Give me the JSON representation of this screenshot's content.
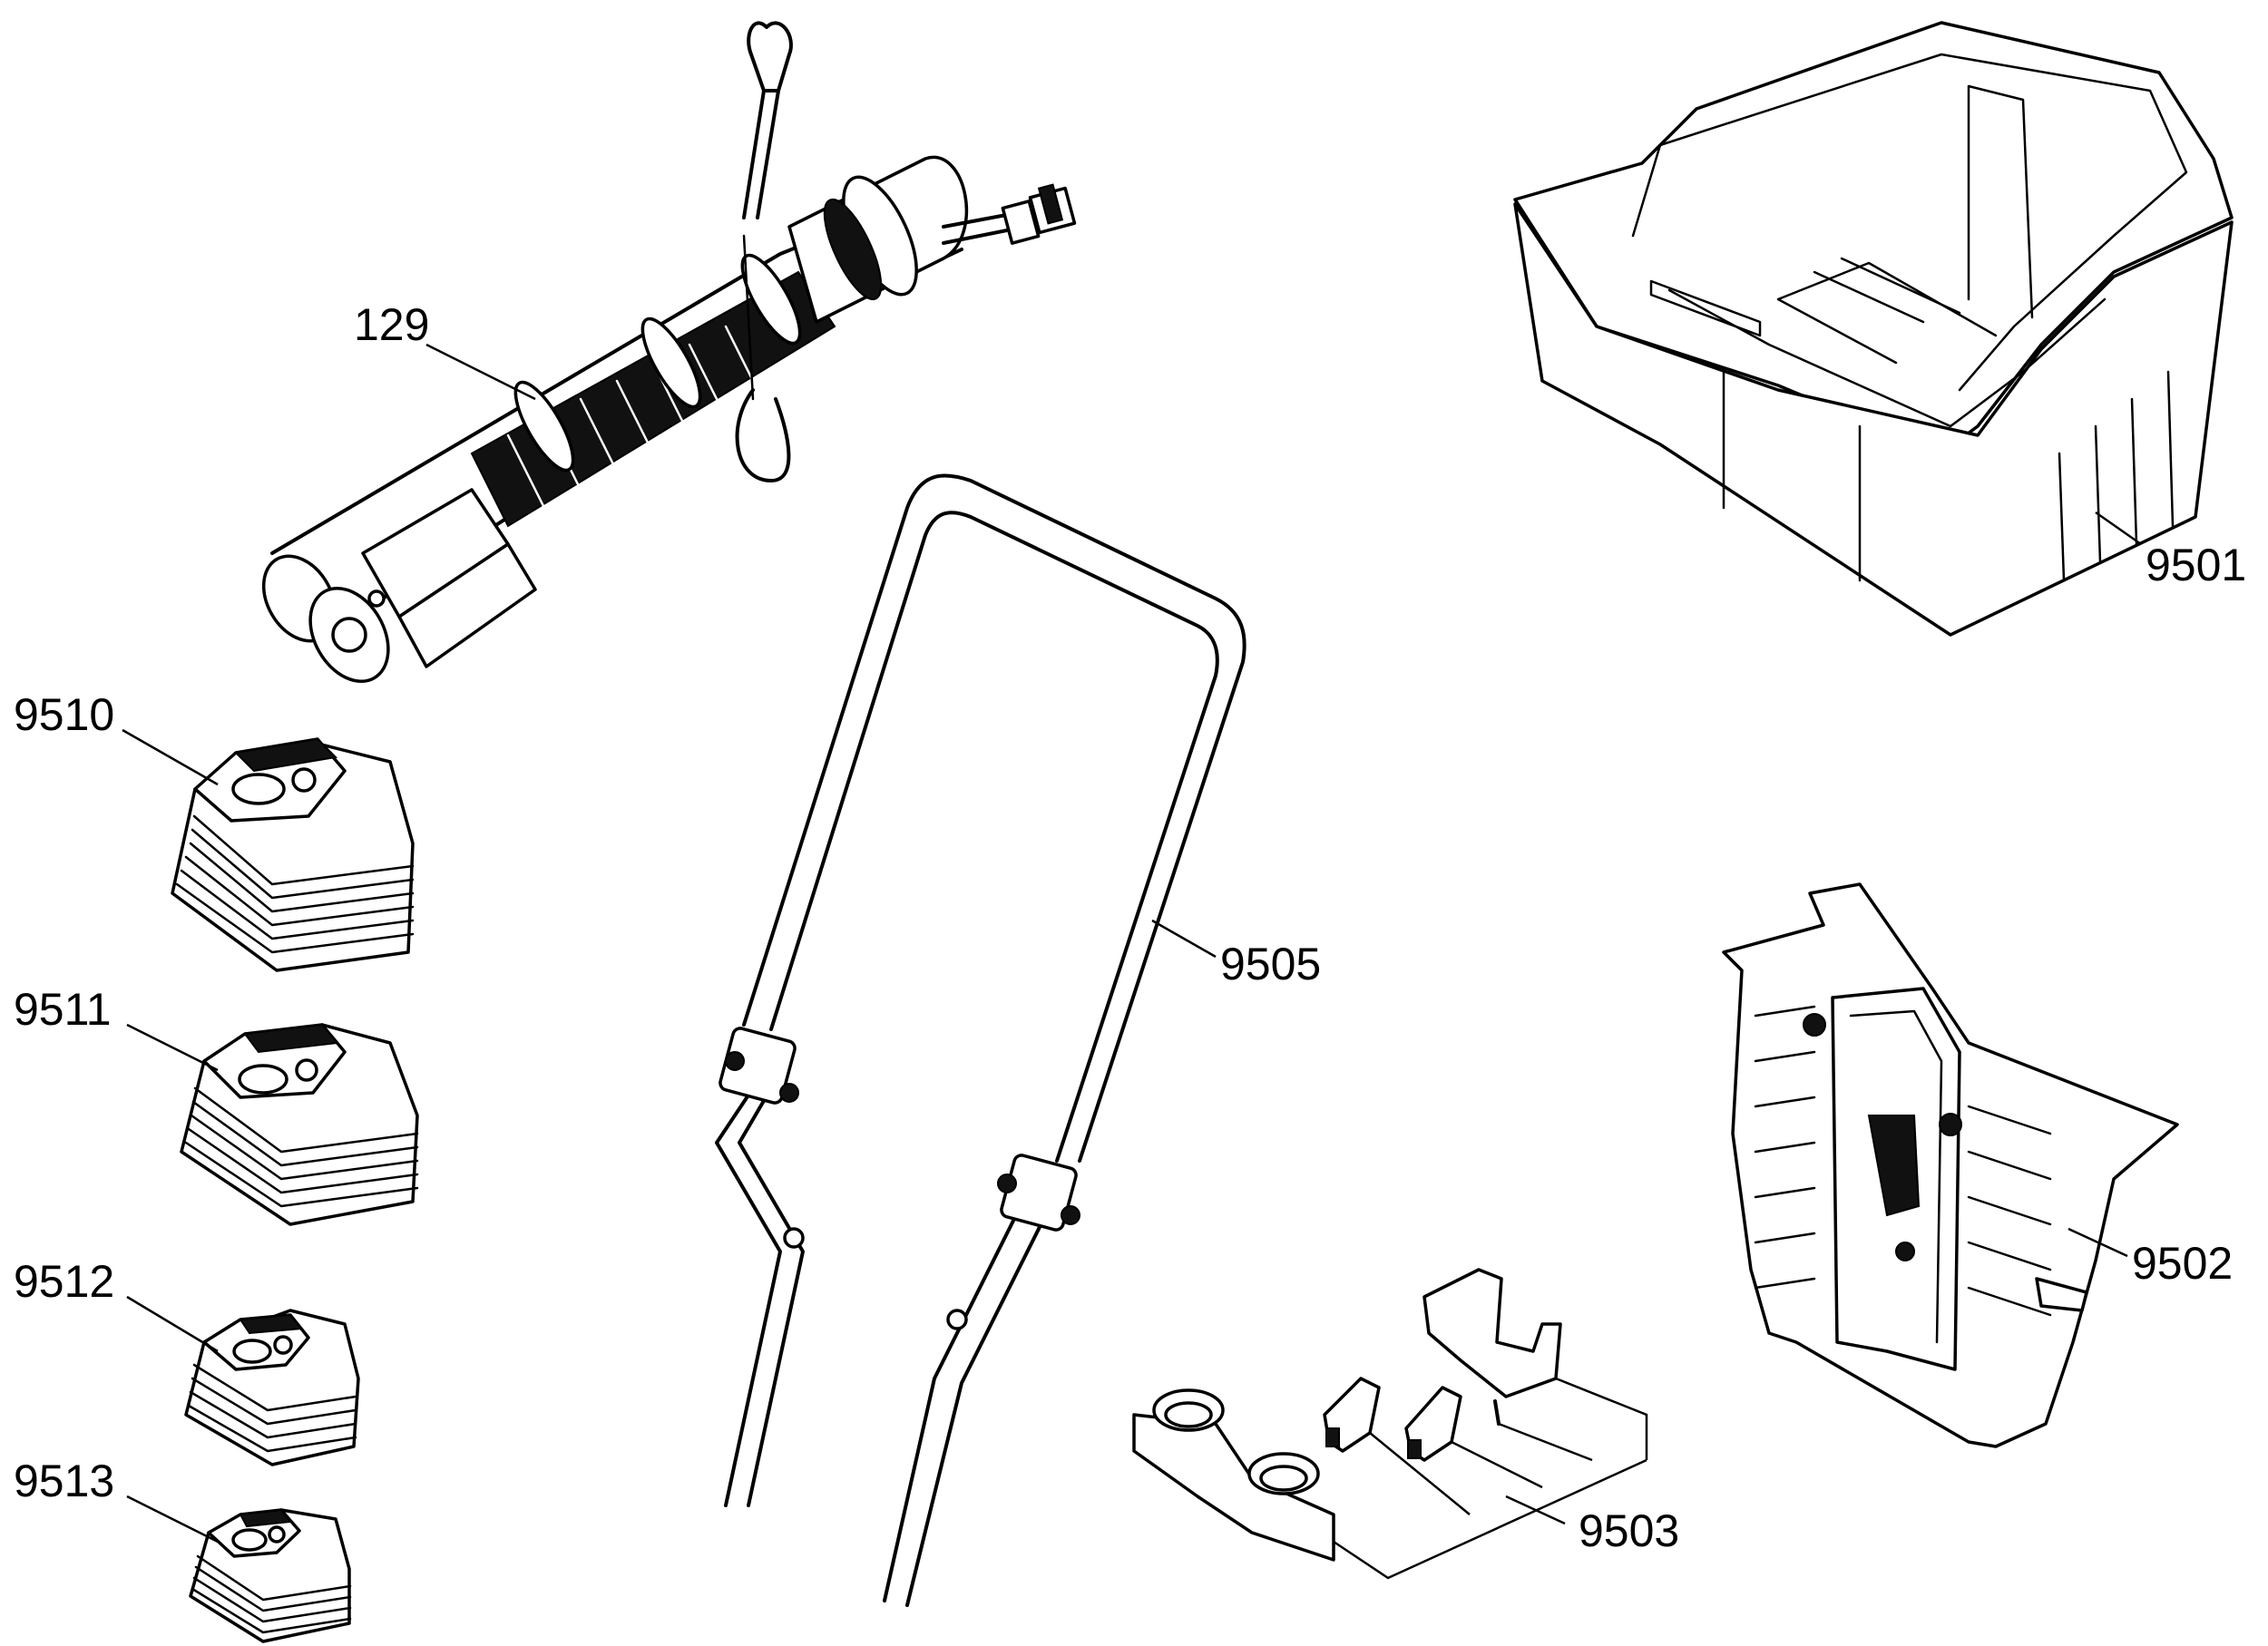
{
  "labels": {
    "p129": "129",
    "p9501": "9501",
    "p9502": "9502",
    "p9503": "9503",
    "p9505": "9505",
    "p9510": "9510",
    "p9511": "9511",
    "p9512": "9512",
    "p9513": "9513"
  },
  "colors": {
    "ink": "#000000",
    "background": "#ffffff"
  }
}
